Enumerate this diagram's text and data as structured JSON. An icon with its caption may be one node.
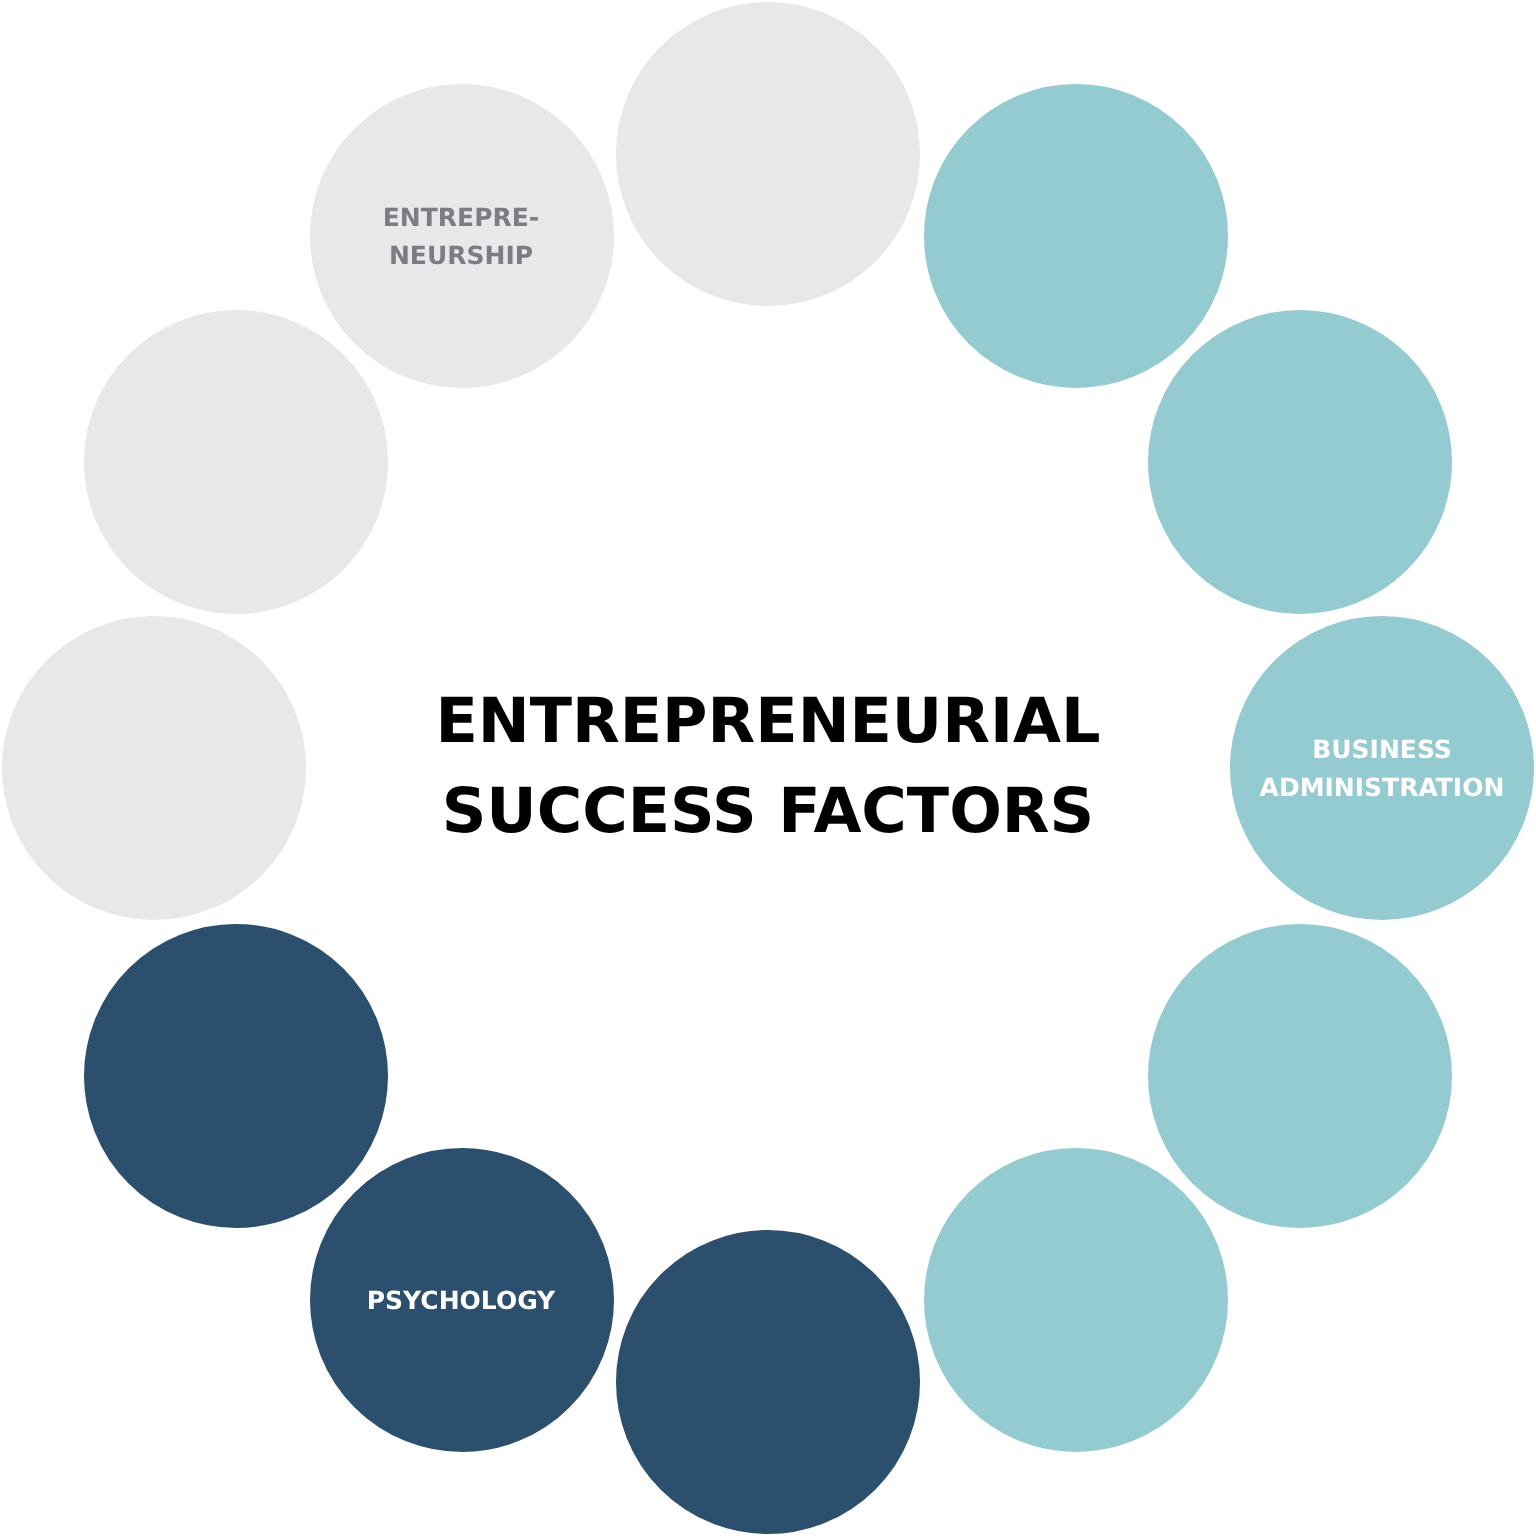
{
  "diagram": {
    "title": "ENTREPRENEURIAL SUCCESS FACTORS",
    "nodes": [
      {
        "text": [],
        "shape": "circle"
      },
      {
        "text": [],
        "shape": "circle"
      },
      {
        "text": [],
        "shape": "circle"
      },
      {
        "text": [
          "BUSINESS ADMINISTRATION"
        ]
      },
      {
        "text": [],
        "shape": "circle"
      },
      {
        "text": [],
        "shape": "circle"
      },
      {
        "text": [],
        "shape": "circle"
      },
      {
        "text": [
          "PSYCHOLOGY"
        ]
      },
      {
        "text": [],
        "shape": "circle"
      },
      {
        "text": [],
        "shape": "circle"
      },
      {
        "text": [],
        "shape": "circle"
      },
      {
        "text": [
          "ENTREPRE- NEURSHIP"
        ]
      }
    ]
  }
}
